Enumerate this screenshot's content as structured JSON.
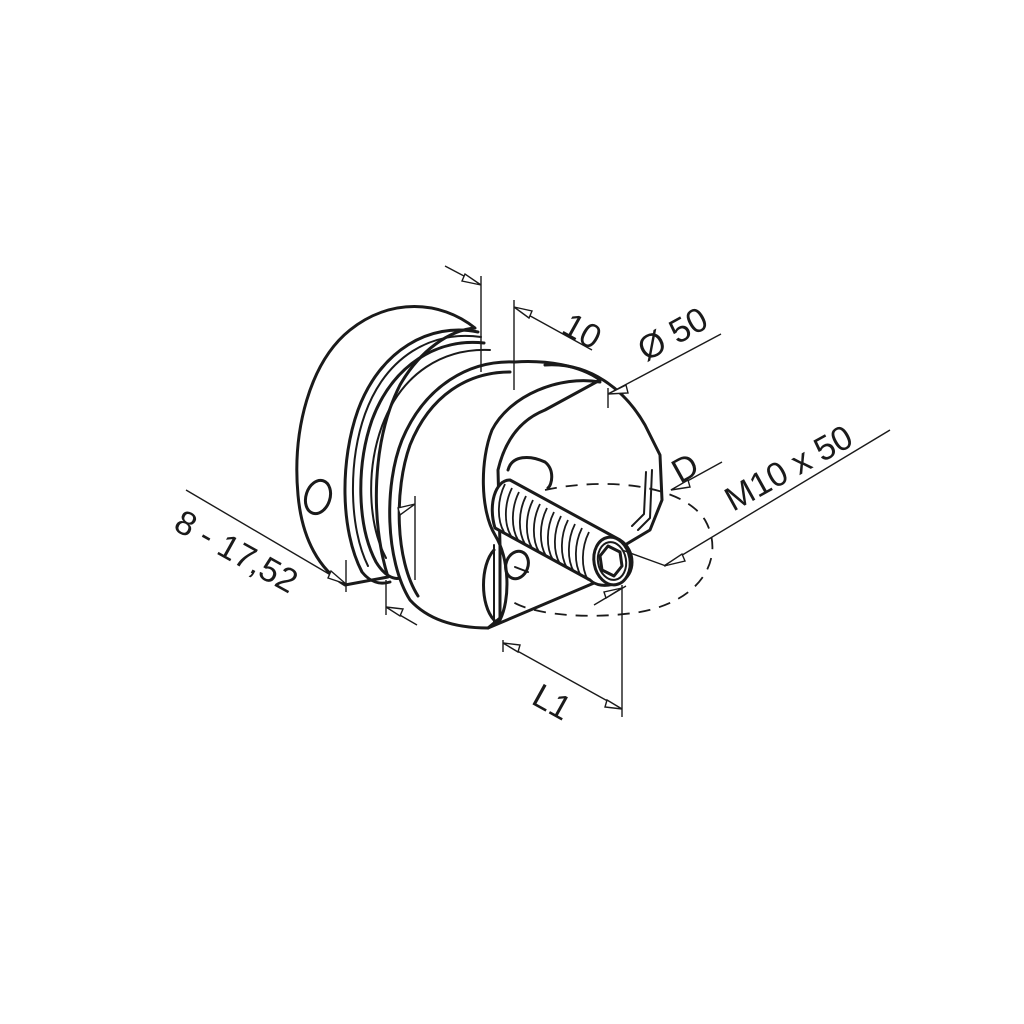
{
  "drawing": {
    "title": "Glass adapter / point fitting isometric technical drawing",
    "colors": {
      "line": "#1a1a1a",
      "background": "#ffffff"
    },
    "dimensions": {
      "glass_thickness": "8 - 17,52",
      "flange_depth": "10",
      "diameter": "Ø 50",
      "bolt": "M10 x 50",
      "hole_diameter": "D",
      "length": "L1"
    }
  }
}
